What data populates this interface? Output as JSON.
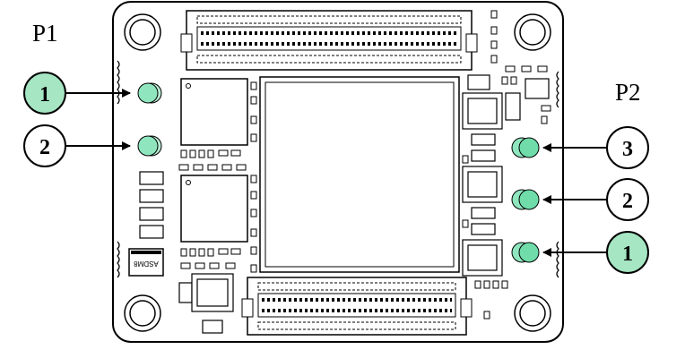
{
  "ports": {
    "left": {
      "label": "P1"
    },
    "right": {
      "label": "P2"
    }
  },
  "callouts": {
    "left": [
      {
        "number": "1",
        "highlighted": true
      },
      {
        "number": "2",
        "highlighted": false
      }
    ],
    "right": [
      {
        "number": "3",
        "highlighted": false
      },
      {
        "number": "2",
        "highlighted": false
      },
      {
        "number": "1",
        "highlighted": true
      }
    ]
  },
  "silkscreen": {
    "chip_marking": "ASDM8"
  },
  "colors": {
    "led_fill": "#7fe0b4",
    "highlight_fill": "#a6e6c3",
    "board_outline": "#000000",
    "background": "#ffffff"
  }
}
